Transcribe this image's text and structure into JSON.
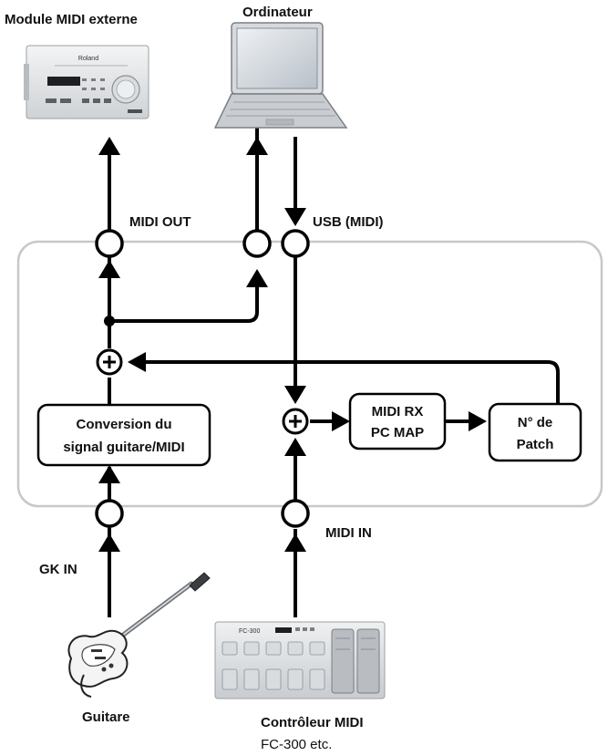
{
  "labels": {
    "module_midi": "Module MIDI externe",
    "ordinateur": "Ordinateur",
    "midi_out": "MIDI OUT",
    "usb_midi": "USB (MIDI)",
    "midi_in": "MIDI IN",
    "gk_in": "GK IN",
    "guitare": "Guitare",
    "controleur": "Contrôleur MIDI",
    "controleur_sub": "FC-300 etc."
  },
  "boxes": {
    "conversion": [
      "Conversion du",
      "signal guitare/MIDI"
    ],
    "rx": [
      "MIDI RX",
      "PC MAP"
    ],
    "patch": [
      "N° de",
      "Patch"
    ]
  },
  "devices": {
    "module_brand": "Roland",
    "fc_brand": "FC-300"
  },
  "colors": {
    "line": "#000000",
    "frame": "#c8c8c8",
    "device_body": "#e4e6e8",
    "device_screen": "#1d1f22"
  }
}
